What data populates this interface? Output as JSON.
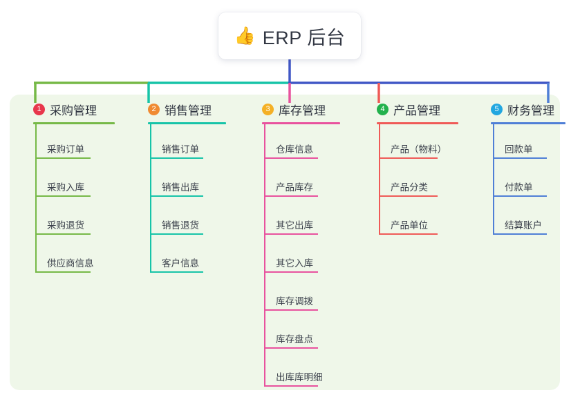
{
  "root": {
    "icon": "thumbs-up-emoji",
    "emoji": "👍",
    "title": "ERP 后台"
  },
  "palette": {
    "panel_bg": "#eff7e9",
    "page_bg": "#ffffff",
    "stem_blue": "#4057c6",
    "text_dark": "#2f3440"
  },
  "columns": [
    {
      "number": "1",
      "title": "采购管理",
      "line_color": "#76b947",
      "badge_color": "#e8374c",
      "items": [
        "采购订单",
        "采购入库",
        "采购退货",
        "供应商信息"
      ]
    },
    {
      "number": "2",
      "title": "销售管理",
      "line_color": "#17c4a8",
      "badge_color": "#f08a32",
      "items": [
        "销售订单",
        "销售出库",
        "销售退货",
        "客户信息"
      ]
    },
    {
      "number": "3",
      "title": "库存管理",
      "line_color": "#e8529e",
      "badge_color": "#f4b026",
      "items": [
        "仓库信息",
        "产品库存",
        "其它出库",
        "其它入库",
        "库存调拨",
        "库存盘点",
        "出库库明细"
      ]
    },
    {
      "number": "4",
      "title": "产品管理",
      "line_color": "#ef5a57",
      "badge_color": "#22b14c",
      "items": [
        "产品（物料）",
        "产品分类",
        "产品单位"
      ]
    },
    {
      "number": "5",
      "title": "财务管理",
      "line_color": "#4f7fd6",
      "badge_color": "#22a7e0",
      "items": [
        "回款单",
        "付款单",
        "结算账户"
      ]
    }
  ]
}
